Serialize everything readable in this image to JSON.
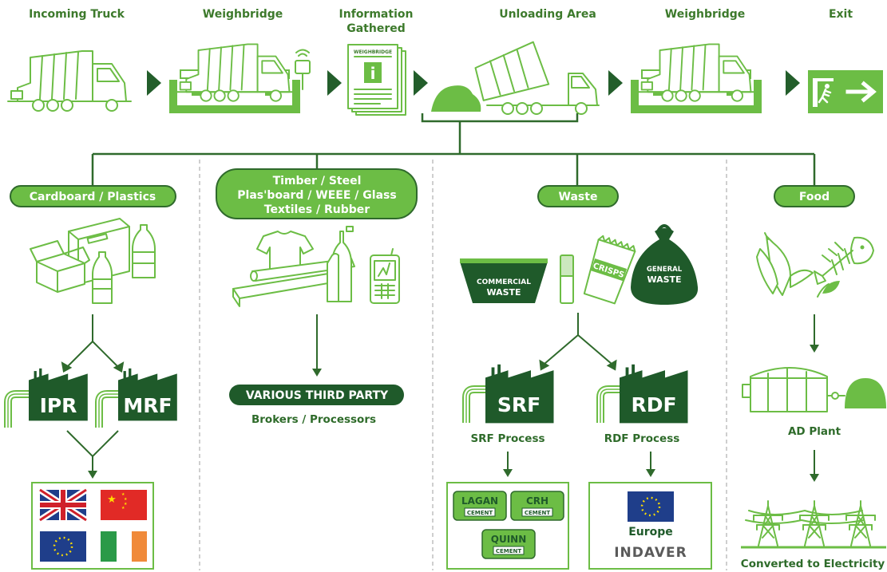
{
  "steps": {
    "incoming": "Incoming Truck",
    "weighbridge1": "Weighbridge",
    "info_line1": "Information",
    "info_line2": "Gathered",
    "unloading": "Unloading Area",
    "weighbridge2": "Weighbridge",
    "exit": "Exit"
  },
  "doc_label": "WEIGHBRIDGE",
  "categories": {
    "cardboard": "Cardboard / Plastics",
    "timber_line1": "Timber / Steel",
    "timber_line2": "Plas'board / WEEE / Glass",
    "timber_line3": "Textiles / Rubber",
    "waste": "Waste",
    "food": "Food"
  },
  "waste_items": {
    "commercial_line1": "COMMERCIAL",
    "commercial_line2": "WASTE",
    "crisps": "CRISPS",
    "general_line1": "GENERAL",
    "general_line2": "WASTE"
  },
  "plants": {
    "ipr": "IPR",
    "mrf": "MRF",
    "srf": "SRF",
    "rdf": "RDF"
  },
  "third_party": {
    "label": "VARIOUS THIRD PARTY",
    "sub": "Brokers / Processors"
  },
  "processes": {
    "srf": "SRF Process",
    "rdf": "RDF Process"
  },
  "cement": {
    "lagan": "LAGAN",
    "crh": "CRH",
    "quinn": "QUINN",
    "tag": "CEMENT"
  },
  "rdf_dest": {
    "region": "Europe",
    "company": "INDAVER"
  },
  "ad_plant": "AD Plant",
  "electricity": "Converted to Electricity",
  "colors": {
    "dark_green": "#1f5a2a",
    "light_green": "#6cbd45",
    "caption_green": "#3d7a2c"
  }
}
